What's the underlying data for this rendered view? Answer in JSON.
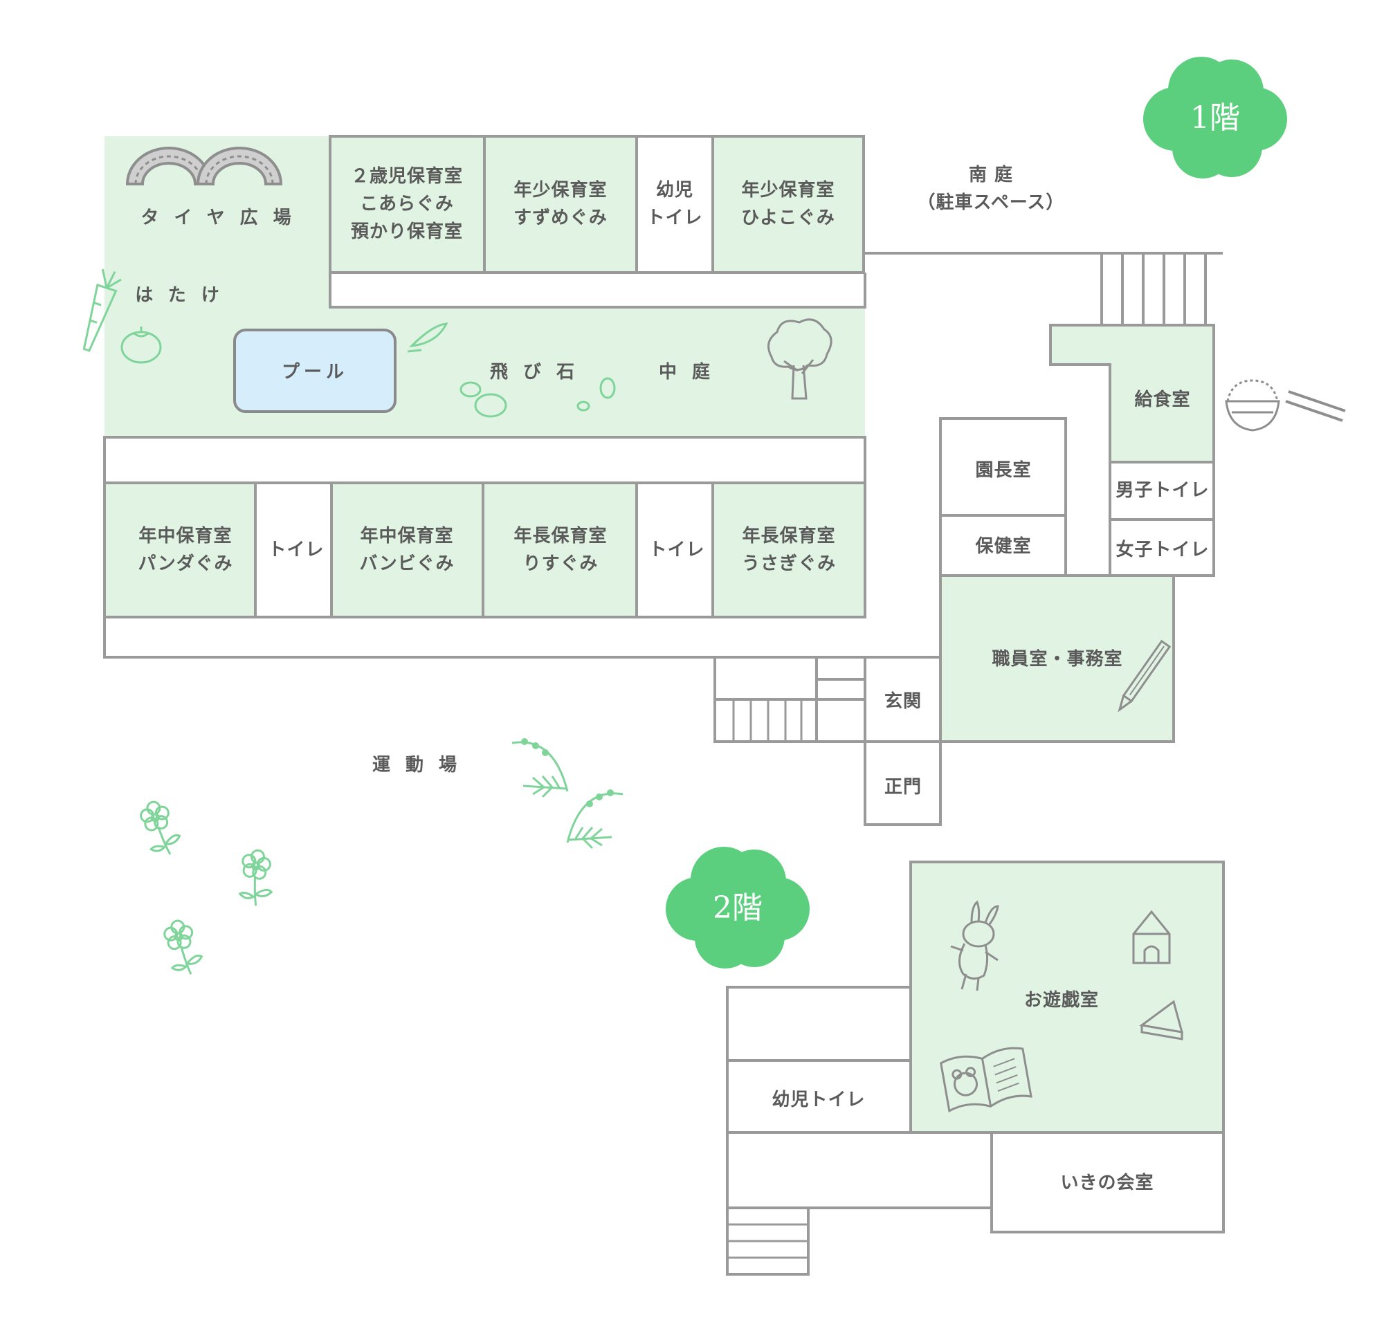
{
  "colors": {
    "wall": "#9a9a9a",
    "room_fill": "#e1f4e4",
    "pool_fill": "#d6eefc",
    "pool_border": "#8a8a8a",
    "accent_green": "#5ccf7e",
    "icon_green": "#7fd49a",
    "icon_gray": "#8e8e8e"
  },
  "floors": {
    "first": "1階",
    "second": "2階"
  },
  "rooms": {
    "two_year": "２歳児保育室\nこあらぐみ\n預かり保育室",
    "nensho_suzume": "年少保育室\nすずめぐみ",
    "toilet_kids_1f": "幼児\nトイレ",
    "nensho_hiyoko": "年少保育室\nひよこぐみ",
    "nenchu_panda": "年中保育室\nパンダぐみ",
    "toilet_a": "トイレ",
    "nenchu_bambi": "年中保育室\nバンビぐみ",
    "nencho_risu": "年長保育室\nりすぐみ",
    "toilet_b": "トイレ",
    "nencho_usagi": "年長保育室\nうさぎぐみ",
    "kitchen": "給食室",
    "mens_toilet": "男子トイレ",
    "womens_toilet": "女子トイレ",
    "principal": "園長室",
    "health": "保健室",
    "staff_office": "職員室・事務室",
    "entrance": "玄関",
    "main_gate": "正門",
    "playroom": "お遊戯室",
    "toilet_kids_2f": "幼児トイレ",
    "ikino_hall": "いきの会室"
  },
  "outdoor": {
    "tire_plaza": "タイヤ広場",
    "field": "はたけ",
    "pool": "プール",
    "stepping_stones": "飛び石",
    "courtyard": "中庭",
    "south_garden": "南 庭\n（駐車スペース）",
    "playground": "運動場"
  },
  "icons": [
    "tire-icon",
    "carrot-icon",
    "tomato-icon",
    "leaf-icon",
    "stepping-stone-icon",
    "tree-icon",
    "rice-bowl-icon",
    "chopsticks-icon",
    "pencil-icon",
    "grass-icon",
    "flower-icon",
    "rabbit-icon",
    "house-toy-icon",
    "cake-icon",
    "book-icon",
    "cloud-badge-icon"
  ]
}
